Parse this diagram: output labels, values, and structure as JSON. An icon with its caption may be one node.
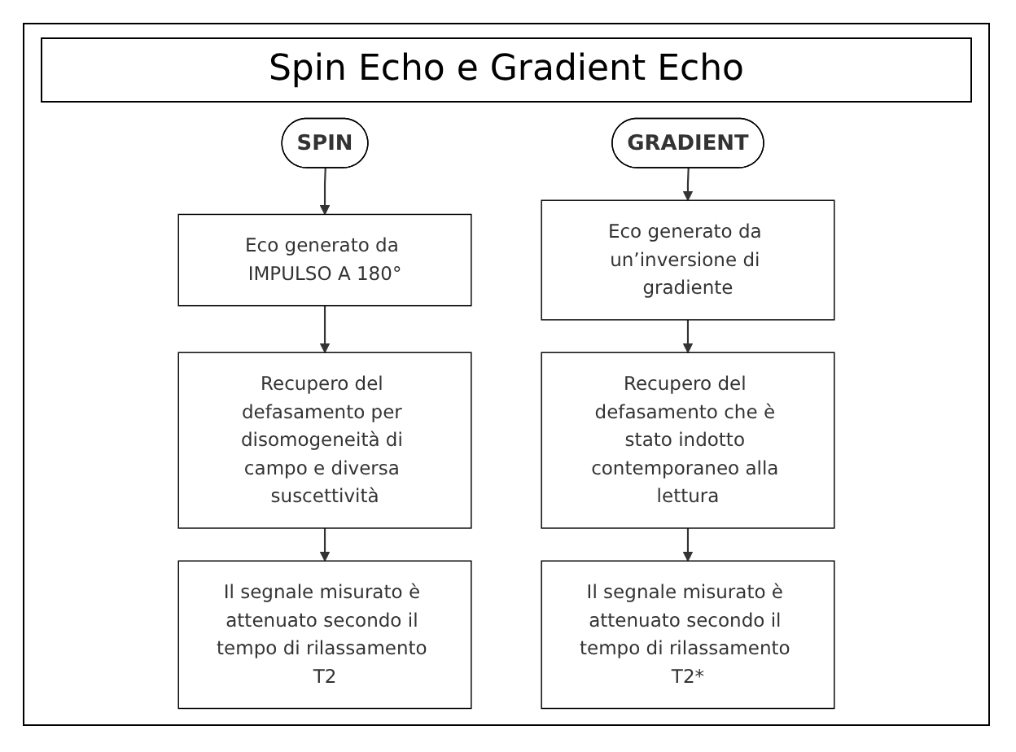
{
  "diagram": {
    "title": "Spin Echo e Gradient Echo",
    "nodes": [
      {
        "text": [
          "SPIN"
        ]
      },
      {
        "text": [
          "Eco generato da IMPULSO A 180°"
        ]
      },
      {
        "text": [
          "Recupero del defasamento per disomogeneità di campo e diversa suscettività"
        ]
      },
      {
        "text": [
          "Il segnale misurato è attenuato secondo il tempo di rilassamento T2"
        ]
      },
      {
        "text": [
          "GRADIENT"
        ]
      },
      {
        "text": [
          "Eco generato da un’inversione di gradiente"
        ]
      },
      {
        "text": [
          "Recupero del defasamento che è stato indotto contemporaneo alla lettura"
        ]
      },
      {
        "text": [
          "Il segnale misurato è attenuato secondo il tempo di rilassamento T2*"
        ]
      }
    ],
    "edges": [
      {
        "from": 0,
        "to": 1,
        "arrow": "to"
      },
      {
        "from": 1,
        "to": 2,
        "arrow": "to"
      },
      {
        "from": 2,
        "to": 3,
        "arrow": "to"
      },
      {
        "from": 4,
        "to": 5,
        "arrow": "to"
      },
      {
        "from": 5,
        "to": 6,
        "arrow": "to"
      },
      {
        "from": 6,
        "to": 7,
        "arrow": "to"
      }
    ]
  }
}
